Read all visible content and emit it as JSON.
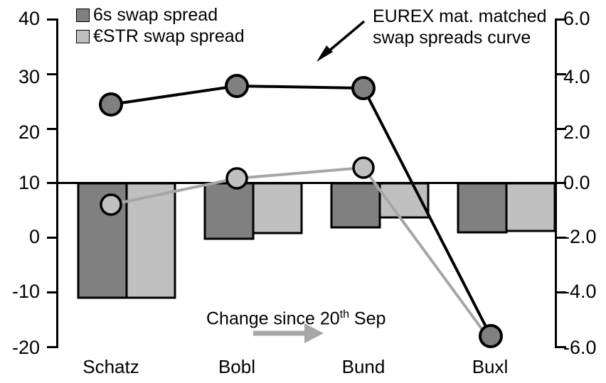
{
  "chart_data": {
    "type": "bar",
    "title": "",
    "xlabel": "",
    "ylabel": "",
    "categories": [
      "Schatz",
      "Bobl",
      "Bund",
      "Buxl"
    ],
    "grid": false,
    "legend_position": "top-left",
    "axes": {
      "left": {
        "ticks": [
          "40",
          "30",
          "20",
          "10",
          "0",
          "-10",
          "-20"
        ],
        "tick_values": [
          40,
          30,
          20,
          10,
          0,
          -10,
          -20
        ],
        "range": [
          -20,
          40
        ]
      },
      "right": {
        "ticks": [
          "6.0",
          "4.0",
          "2.0",
          "0.0",
          "-2.0",
          "-4.0",
          "-6.0"
        ],
        "tick_values": [
          6.0,
          4.0,
          2.0,
          0.0,
          -2.0,
          -4.0,
          -6.0
        ],
        "range": [
          -6.0,
          6.0
        ]
      }
    },
    "series": [
      {
        "name": "6s swap spread",
        "type": "bar",
        "axis": "right",
        "color": "#808080",
        "values": [
          -4.15,
          -1.95,
          -1.45,
          -1.75
        ]
      },
      {
        "name": "€STR swap spread",
        "type": "bar",
        "axis": "right",
        "color": "#c0c0c0",
        "values": [
          -4.15,
          -1.8,
          -1.3,
          -1.72
        ]
      },
      {
        "name": "EUREX mat. matched swap spreads curve",
        "type": "line",
        "axis": "left",
        "color": "#000000",
        "values": [
          24.6,
          28.0,
          27.4,
          -18.0
        ]
      },
      {
        "name": "Change since 20th Sep",
        "type": "line",
        "axis": "left",
        "color": "#a6a6a6",
        "values": [
          6.1,
          10.6,
          12.7,
          -21.0
        ]
      }
    ],
    "annotations": [
      {
        "id": "eurex-callout",
        "line1": "EUREX mat. matched",
        "line2": "swap spreads curve",
        "arrow": "down-left",
        "color": "#000000"
      },
      {
        "id": "change-callout",
        "prefix": "Change since 20",
        "superscript": "th",
        "suffix": " Sep",
        "arrow": "right",
        "color": "#a6a6a6"
      }
    ]
  },
  "legend": {
    "items": [
      {
        "label": "6s swap spread",
        "color": "#808080"
      },
      {
        "label": "€STR swap spread",
        "color": "#c0c0c0"
      }
    ]
  },
  "colors": {
    "bar_dark": "#808080",
    "bar_light": "#c0c0c0",
    "line_dark": "#000000",
    "line_gray": "#a6a6a6",
    "axis": "#000000"
  }
}
